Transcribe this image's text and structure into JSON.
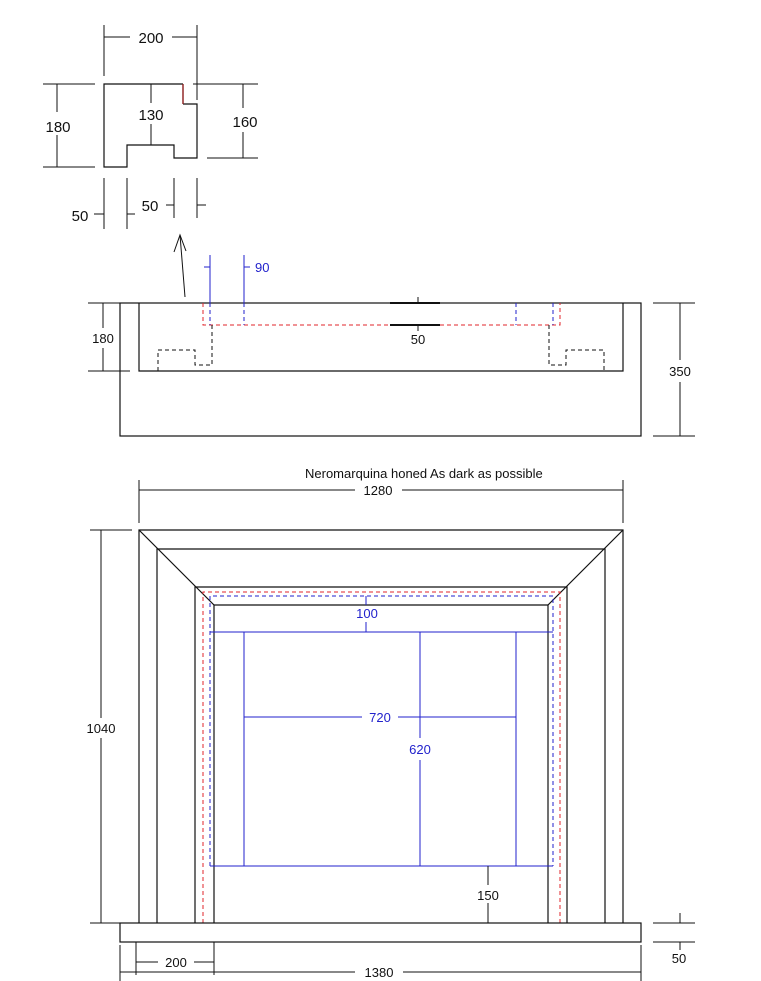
{
  "colors": {
    "line": "#111111",
    "red_line": "#e0262b",
    "blue_line": "#2222cc"
  },
  "detail_profile": {
    "dim_width": "200",
    "dim_height_left": "180",
    "dim_height_right": "160",
    "dim_inner": "130",
    "dim_bottom_left": "50",
    "dim_bottom_right": "50"
  },
  "plan_section": {
    "dim_blue": "90",
    "dim_depth_inner": "180",
    "dim_center": "50",
    "dim_depth_total": "350"
  },
  "front_elevation": {
    "note": "Neromarquina  honed   As dark as possible",
    "dim_width": "1280",
    "dim_height": "1040",
    "dim_top_slip": "100",
    "dim_opening_width": "720",
    "dim_opening_height": "620",
    "dim_bottom_gap": "150",
    "dim_leg_width": "200",
    "dim_hearth_width": "1380",
    "dim_hearth_height": "50"
  }
}
